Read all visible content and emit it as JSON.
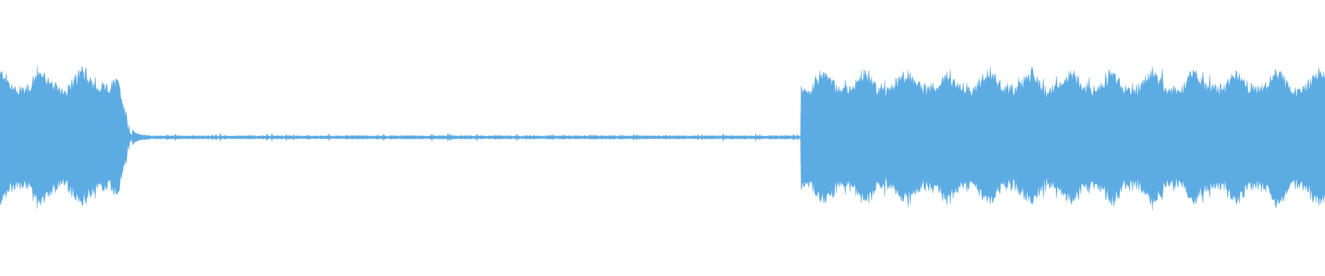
{
  "waveform": {
    "color": "#5dabe3",
    "background": "#ffffff",
    "segments": [
      {
        "kind": "active",
        "from": 0.0,
        "to": 0.0995
      },
      {
        "kind": "silence",
        "from": 0.0995,
        "to": 0.6045
      },
      {
        "kind": "active",
        "from": 0.6045,
        "to": 1.0
      }
    ]
  }
}
